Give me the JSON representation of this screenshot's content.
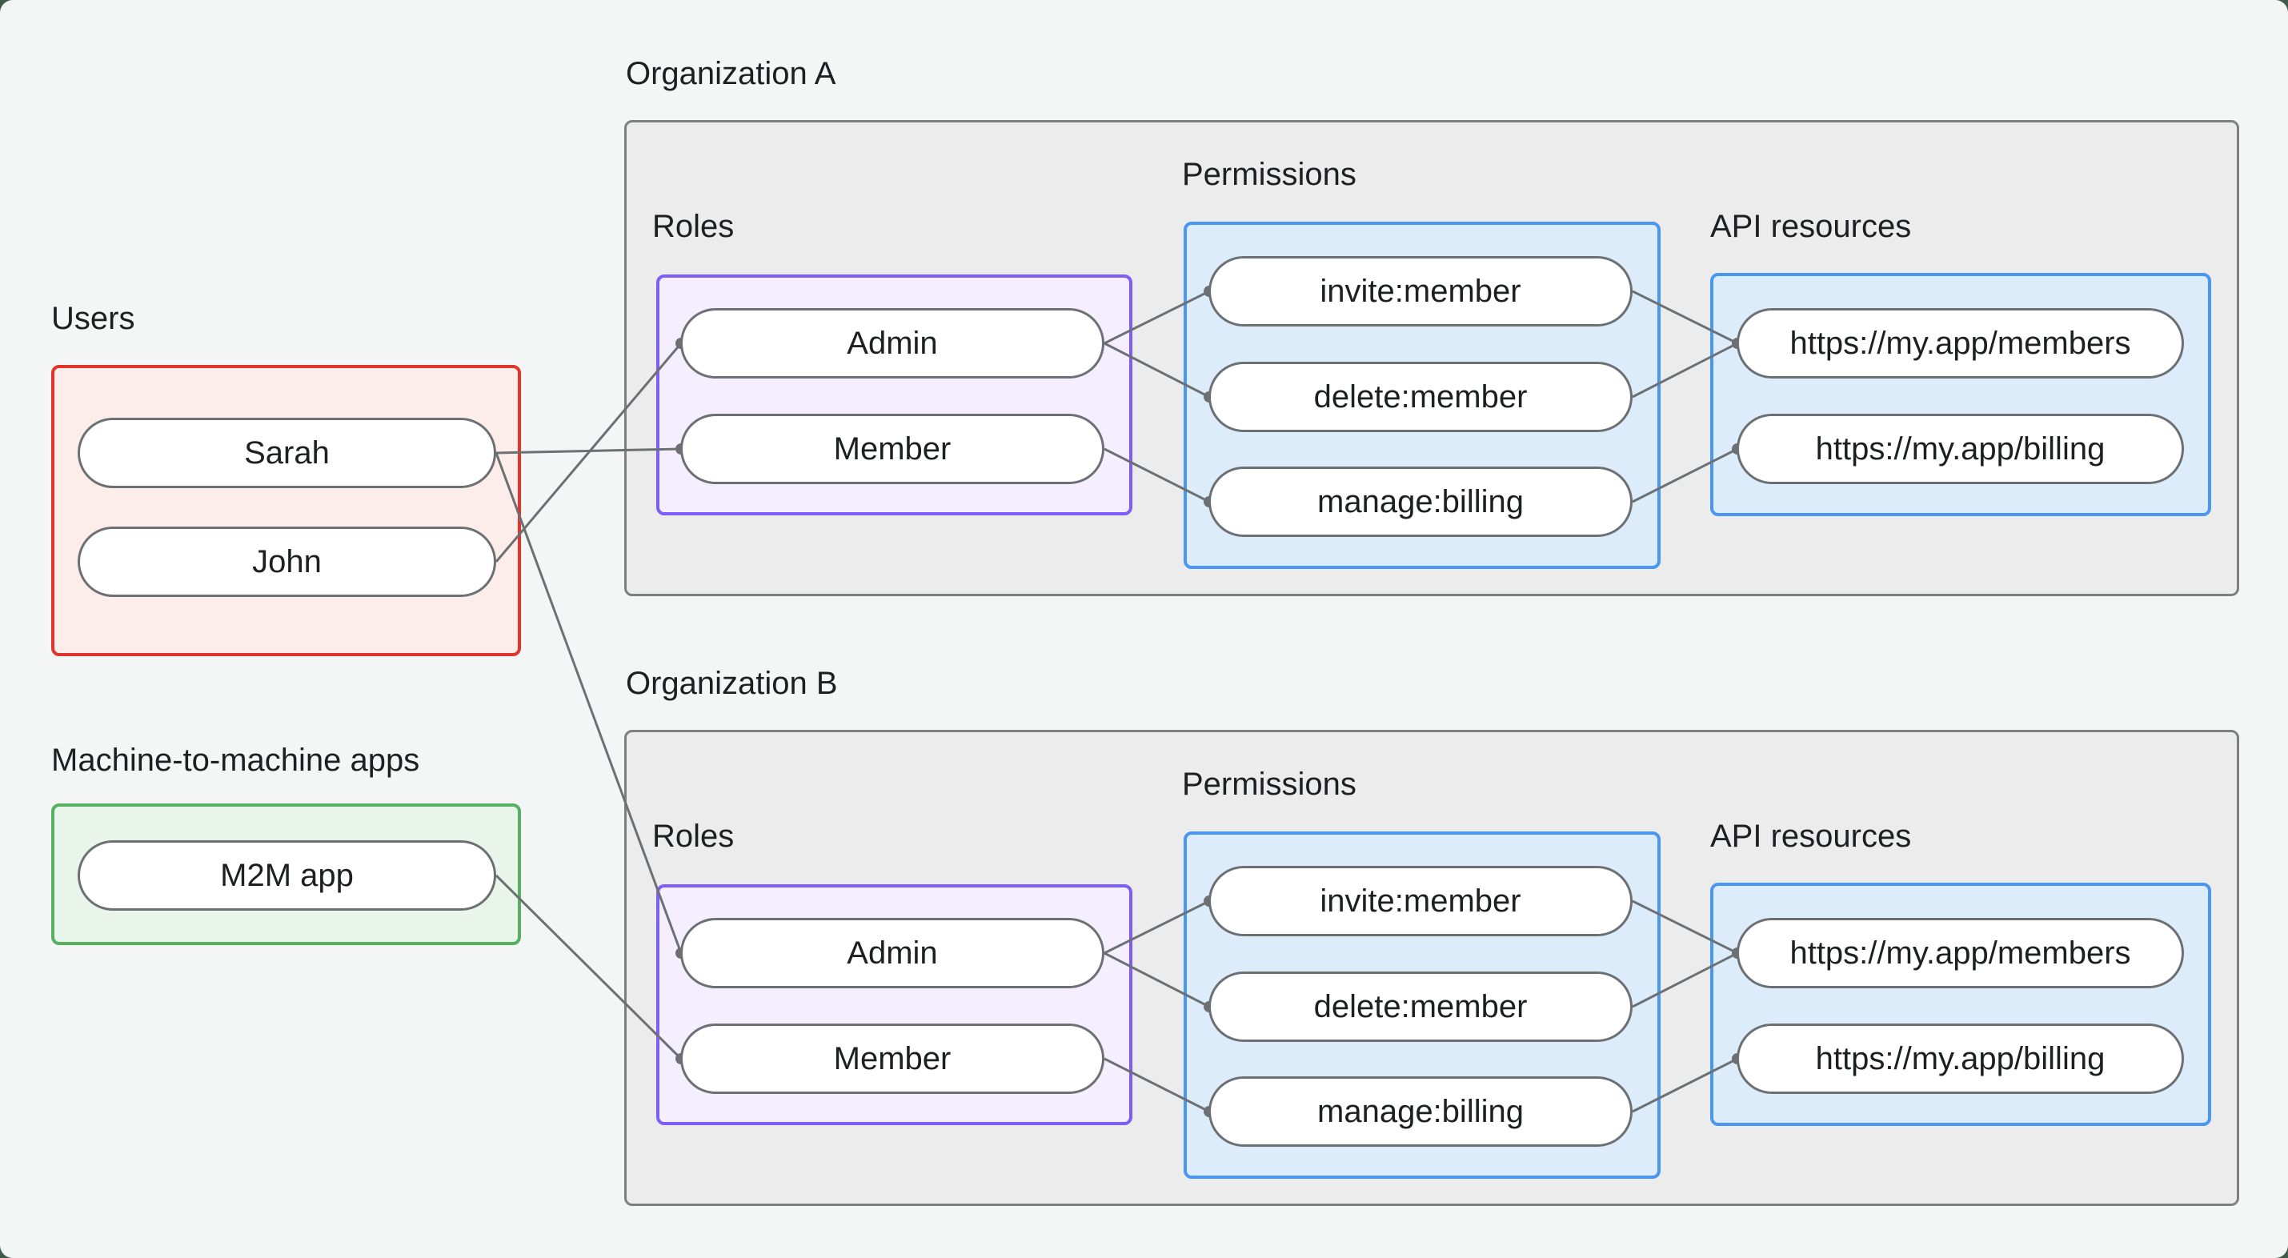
{
  "colors": {
    "outer_bg": "#3e5a49",
    "page_bg": "#f4f6f5",
    "text": "#1d1f21",
    "edge": "#6d7073",
    "pill_fill": "#ffffff",
    "pill_border": "#6d7073",
    "org_fill": "#ececec",
    "org_border": "#7d807d",
    "users_fill": "#fcecea",
    "users_border": "#e1352c",
    "m2m_fill": "#e9f5ea",
    "m2m_border": "#55b15f",
    "roles_fill": "#f4eefe",
    "roles_border": "#7d5ff8",
    "perms_fill": "#ddecfb",
    "perms_border": "#4897f2"
  },
  "users": {
    "label": "Users",
    "items": [
      "Sarah",
      "John"
    ]
  },
  "m2m": {
    "label": "Machine-to-machine apps",
    "items": [
      "M2M app"
    ]
  },
  "organizations": [
    {
      "title": "Organization A",
      "roles": {
        "label": "Roles",
        "items": [
          "Admin",
          "Member"
        ]
      },
      "permissions": {
        "label": "Permissions",
        "items": [
          "invite:member",
          "delete:member",
          "manage:billing"
        ]
      },
      "api_resources": {
        "label": "API resources",
        "items": [
          "https://my.app/members",
          "https://my.app/billing"
        ]
      }
    },
    {
      "title": "Organization B",
      "roles": {
        "label": "Roles",
        "items": [
          "Admin",
          "Member"
        ]
      },
      "permissions": {
        "label": "Permissions",
        "items": [
          "invite:member",
          "delete:member",
          "manage:billing"
        ]
      },
      "api_resources": {
        "label": "API resources",
        "items": [
          "https://my.app/members",
          "https://my.app/billing"
        ]
      }
    }
  ],
  "connections": [
    {
      "from": "Sarah",
      "to": "Organization A / Member"
    },
    {
      "from": "John",
      "to": "Organization A / Admin"
    },
    {
      "from": "Sarah",
      "to": "Organization B / Admin"
    },
    {
      "from": "M2M app",
      "to": "Organization B / Member"
    },
    {
      "from": "Organization A / Admin",
      "to": "Organization A / invite:member"
    },
    {
      "from": "Organization A / Admin",
      "to": "Organization A / delete:member"
    },
    {
      "from": "Organization A / Member",
      "to": "Organization A / manage:billing"
    },
    {
      "from": "Organization A / invite:member",
      "to": "Organization A / https://my.app/members"
    },
    {
      "from": "Organization A / delete:member",
      "to": "Organization A / https://my.app/members"
    },
    {
      "from": "Organization A / manage:billing",
      "to": "Organization A / https://my.app/billing"
    },
    {
      "from": "Organization B / Admin",
      "to": "Organization B / invite:member"
    },
    {
      "from": "Organization B / Admin",
      "to": "Organization B / delete:member"
    },
    {
      "from": "Organization B / Member",
      "to": "Organization B / manage:billing"
    },
    {
      "from": "Organization B / invite:member",
      "to": "Organization B / https://my.app/members"
    },
    {
      "from": "Organization B / delete:member",
      "to": "Organization B / https://my.app/members"
    },
    {
      "from": "Organization B / manage:billing",
      "to": "Organization B / https://my.app/billing"
    }
  ]
}
